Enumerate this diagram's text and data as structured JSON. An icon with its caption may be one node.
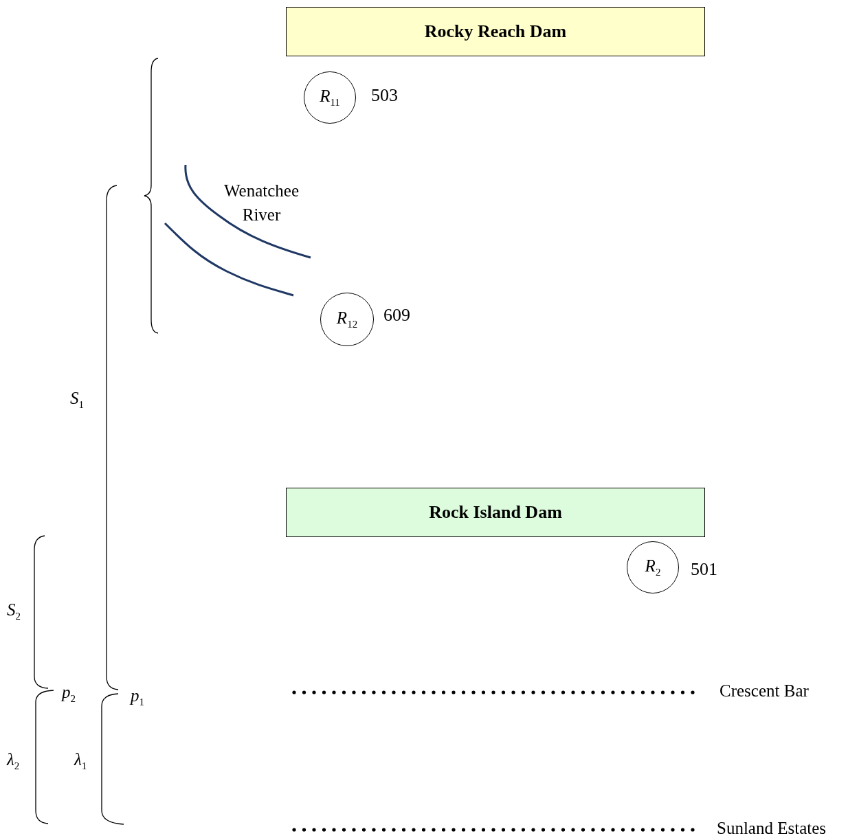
{
  "diagram": {
    "nodes": [
      {
        "text": [
          "Rocky Reach Dam"
        ]
      },
      {
        "text": [
          "*R*$_{11}$"
        ],
        "beside": [
          "503"
        ]
      },
      {
        "text": [
          "*R*$_{12}$"
        ],
        "beside": [
          "609"
        ]
      },
      {
        "text": [
          "Rock Island Dam"
        ]
      },
      {
        "text": [
          "*R*$_{2}$"
        ],
        "beside": [
          "501"
        ]
      }
    ],
    "labels": [
      "Wenatchee River",
      "*S*$_{1}$",
      "*S*$_{2}$",
      "*p*$_{2}$",
      "*p*$_{1}$",
      "Crescent Bar",
      "*λ*$_{2}$",
      "*λ*$_{1}$",
      "Sunland Estates"
    ]
  }
}
